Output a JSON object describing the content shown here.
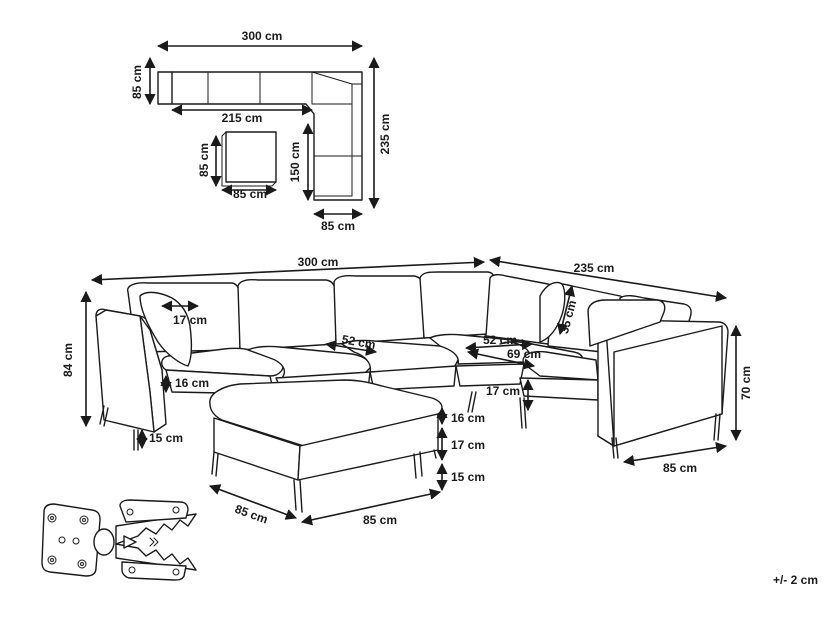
{
  "plan": {
    "width_top": "300 cm",
    "depth_left": "85 cm",
    "inner_top": "215 cm",
    "height_right": "235 cm",
    "inner_right": "150 cm",
    "depth_right": "85 cm",
    "ottoman_depth": "85 cm",
    "ottoman_width": "85 cm"
  },
  "sofa": {
    "width_total": "300 cm",
    "width_right": "235 cm",
    "height_left": "84 cm",
    "height_right": "70 cm",
    "depth_right": "85 cm",
    "pillow_width": "17 cm",
    "pillow_depth": "35 cm",
    "seat_depth_center": "52 cm",
    "seat_depth_right": "52 cm",
    "seat_width": "69 cm",
    "seat_thickness_left": "16 cm",
    "seat_height_right": "17 cm",
    "leg_left": "15 cm",
    "ottoman_top": "16 cm",
    "ottoman_body": "17 cm",
    "ottoman_leg": "15 cm",
    "ottoman_depth": "85 cm",
    "ottoman_width": "85 cm"
  },
  "tolerance": "+/- 2 cm",
  "icons": {
    "connector": "connector-clip-icon"
  }
}
